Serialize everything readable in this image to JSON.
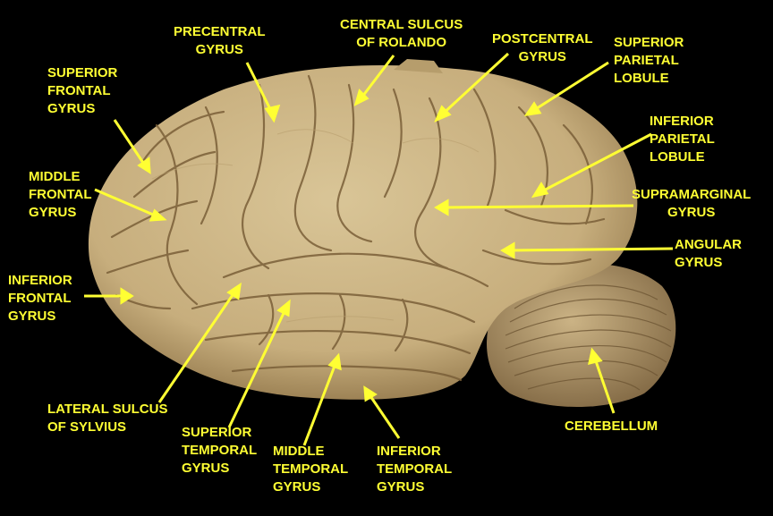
{
  "colors": {
    "background": "#000000",
    "label": "#ffff33",
    "tissue": "#cdb688",
    "tissue_shadow": "#8a6f45"
  },
  "labels": {
    "precentral": [
      "PRECENTRAL",
      "GYRUS"
    ],
    "central_sulcus": [
      "CENTRAL SULCUS",
      "OF ROLANDO"
    ],
    "postcentral": [
      "POSTCENTRAL",
      "GYRUS"
    ],
    "superior_parietal": [
      "SUPERIOR",
      "PARIETAL",
      "LOBULE"
    ],
    "superior_frontal": [
      "SUPERIOR",
      "FRONTAL",
      "GYRUS"
    ],
    "inferior_parietal": [
      "INFERIOR",
      "PARIETAL",
      "LOBULE"
    ],
    "middle_frontal": [
      "MIDDLE",
      "FRONTAL",
      "GYRUS"
    ],
    "supramarginal": [
      "SUPRAMARGINAL",
      "GYRUS"
    ],
    "angular": [
      "ANGULAR",
      "GYRUS"
    ],
    "inferior_frontal": [
      "INFERIOR",
      "FRONTAL",
      "GYRUS"
    ],
    "lateral_sulcus": [
      "LATERAL SULCUS",
      "OF SYLVIUS"
    ],
    "superior_temporal": [
      "SUPERIOR",
      "TEMPORAL",
      "GYRUS"
    ],
    "middle_temporal": [
      "MIDDLE",
      "TEMPORAL",
      "GYRUS"
    ],
    "inferior_temporal": [
      "INFERIOR",
      "TEMPORAL",
      "GYRUS"
    ],
    "cerebellum": [
      "CEREBELLUM"
    ]
  }
}
